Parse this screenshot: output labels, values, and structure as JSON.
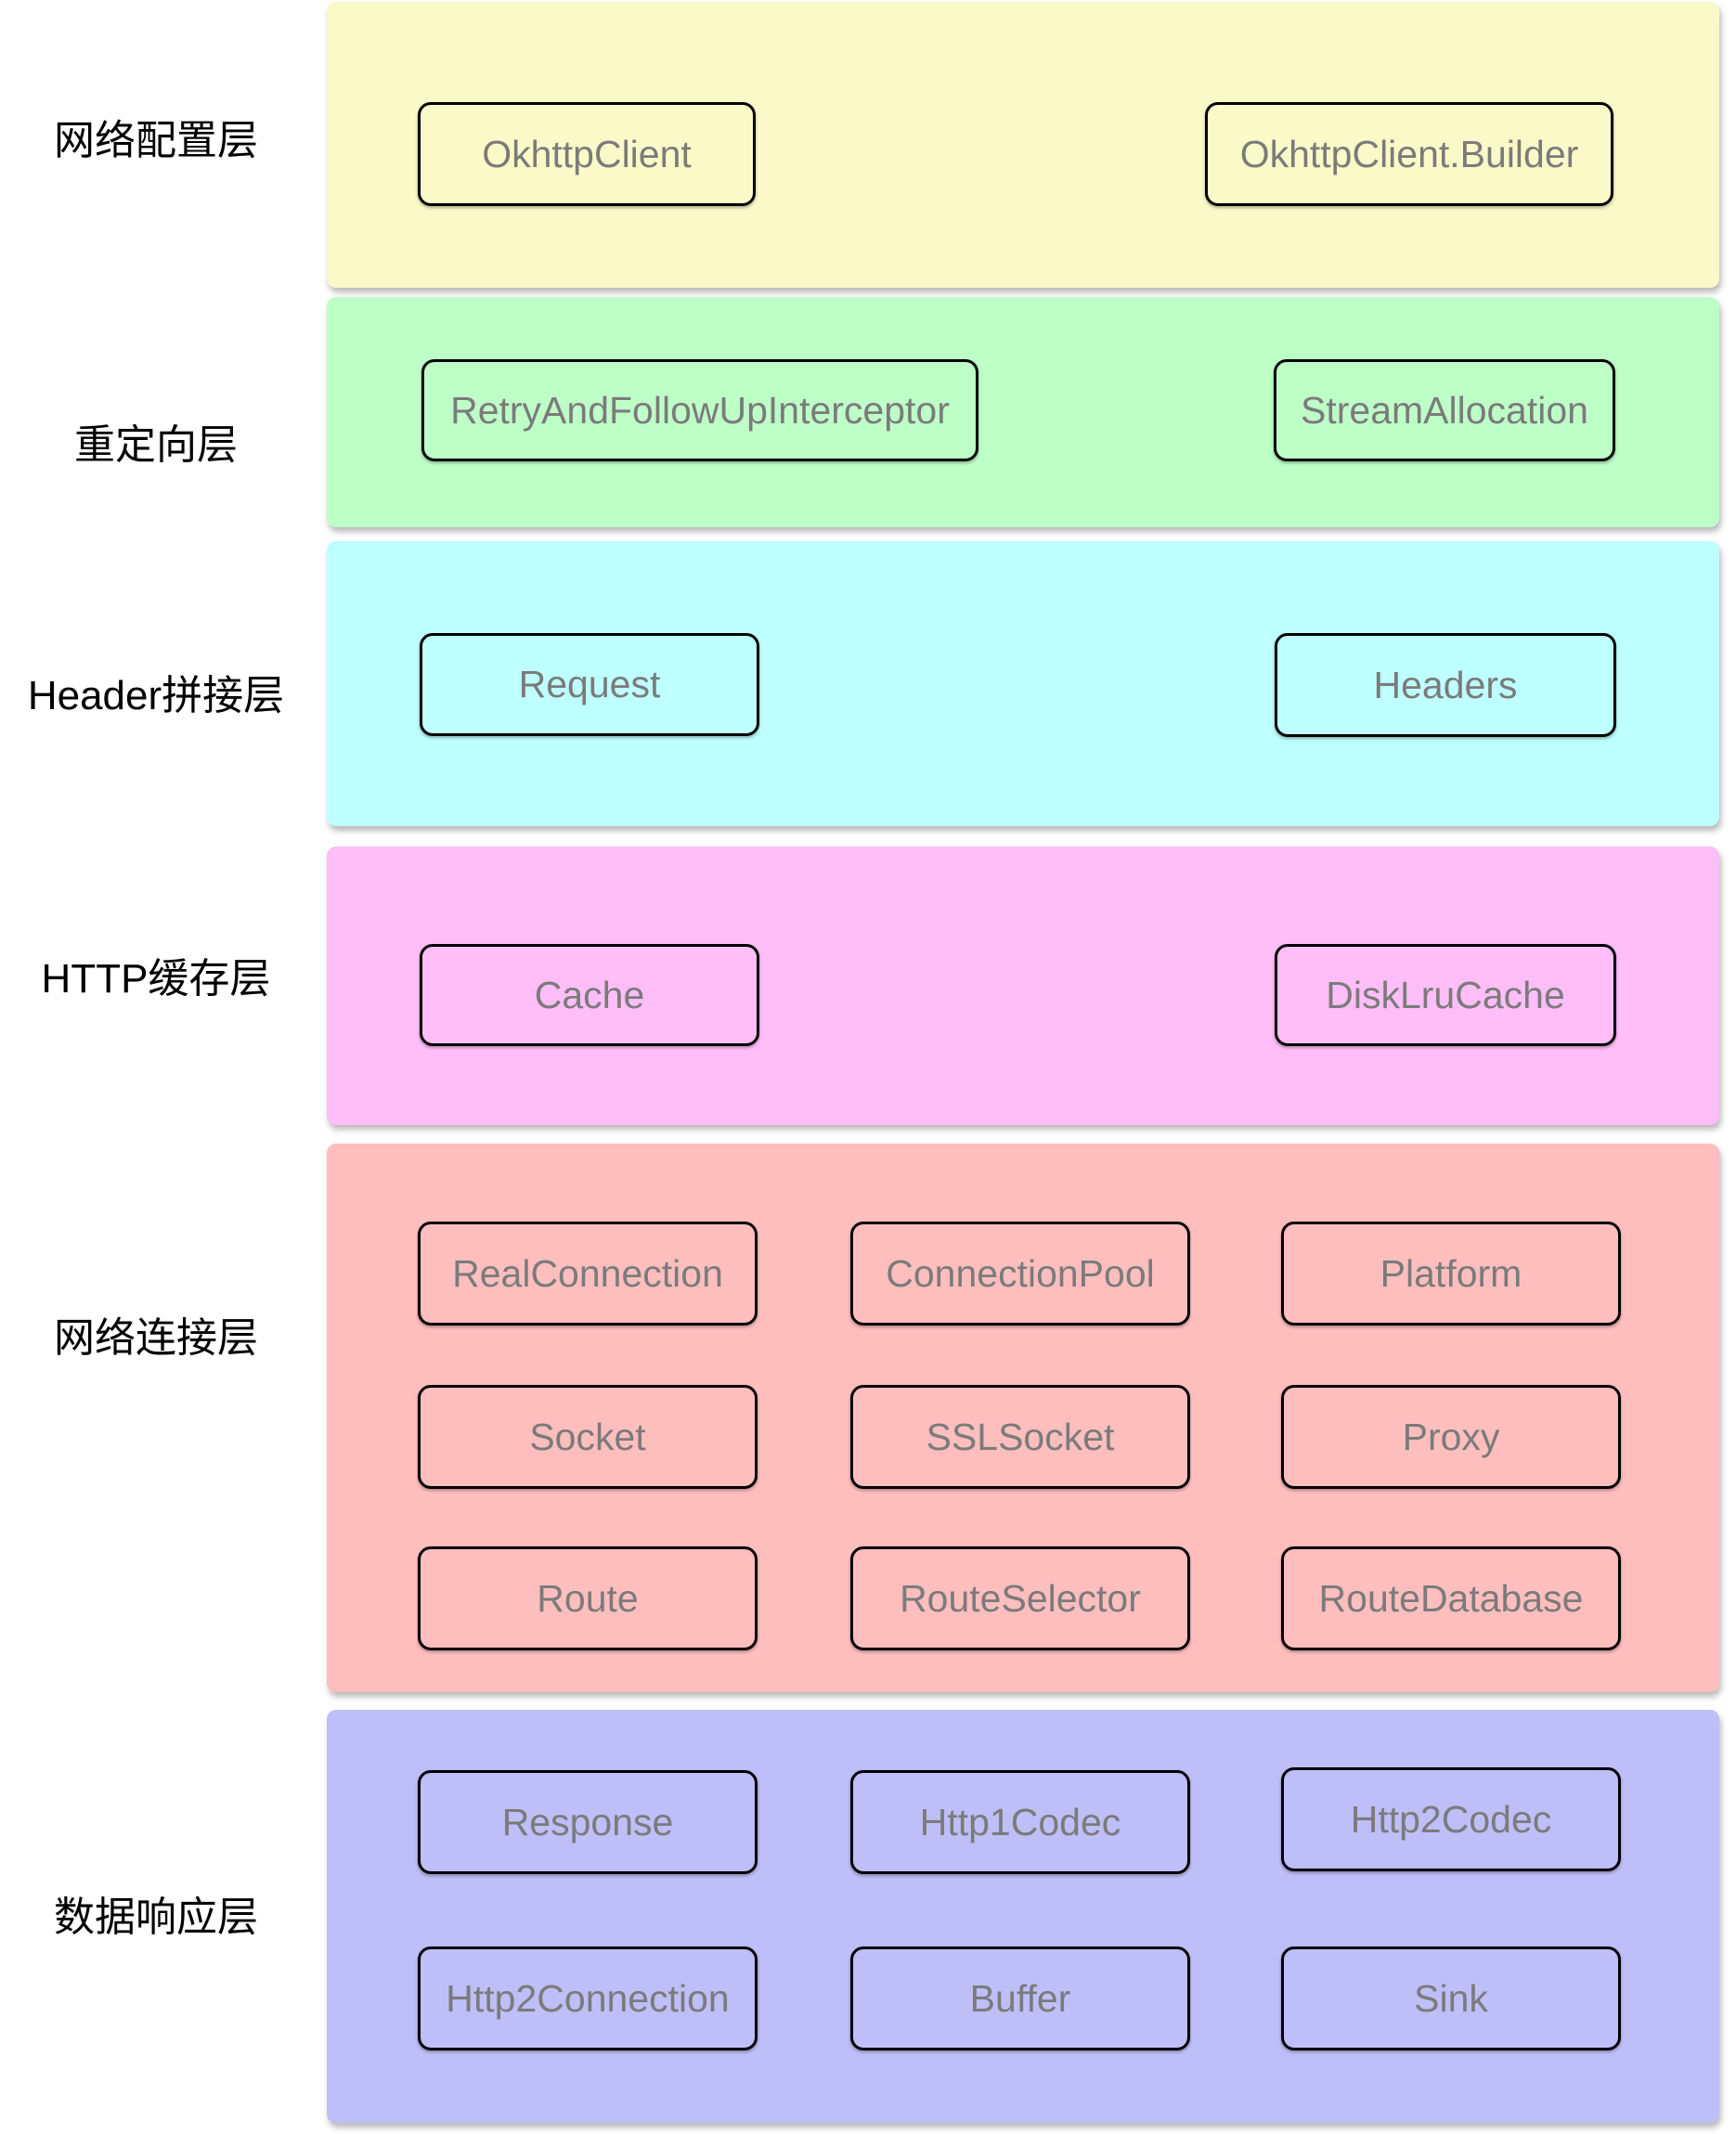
{
  "diagram_title": "OkHttp layered architecture diagram",
  "styles": {
    "page_bg": "#FFFFFF",
    "box_border": "#000000",
    "box_text": "#7B7B7B",
    "label_text": "#000000"
  },
  "layers": [
    {
      "label": "网络配置层",
      "color": "#FAFAC8",
      "boxes": [
        {
          "label": "OkhttpClient"
        },
        {
          "label": "OkhttpClient.Builder"
        }
      ]
    },
    {
      "label": "重定向层",
      "color": "#BEFFC8",
      "boxes": [
        {
          "label": "RetryAndFollowUpInterceptor"
        },
        {
          "label": "StreamAllocation"
        }
      ]
    },
    {
      "label": "Header拼接层",
      "color": "#BEFFFF",
      "boxes": [
        {
          "label": "Request"
        },
        {
          "label": "Headers"
        }
      ]
    },
    {
      "label": "HTTP缓存层",
      "color": "#FFBEF8",
      "boxes": [
        {
          "label": "Cache"
        },
        {
          "label": "DiskLruCache"
        }
      ]
    },
    {
      "label": "网络连接层",
      "color": "#FFBEBE",
      "boxes": [
        {
          "label": "RealConnection"
        },
        {
          "label": "ConnectionPool"
        },
        {
          "label": "Platform"
        },
        {
          "label": "Socket"
        },
        {
          "label": "SSLSocket"
        },
        {
          "label": "Proxy"
        },
        {
          "label": "Route"
        },
        {
          "label": "RouteSelector"
        },
        {
          "label": "RouteDatabase"
        }
      ]
    },
    {
      "label": "数据响应层",
      "color": "#BEBEF8",
      "boxes": [
        {
          "label": "Response"
        },
        {
          "label": "Http1Codec"
        },
        {
          "label": "Http2Codec"
        },
        {
          "label": "Http2Connection"
        },
        {
          "label": "Buffer"
        },
        {
          "label": "Sink"
        }
      ]
    }
  ]
}
